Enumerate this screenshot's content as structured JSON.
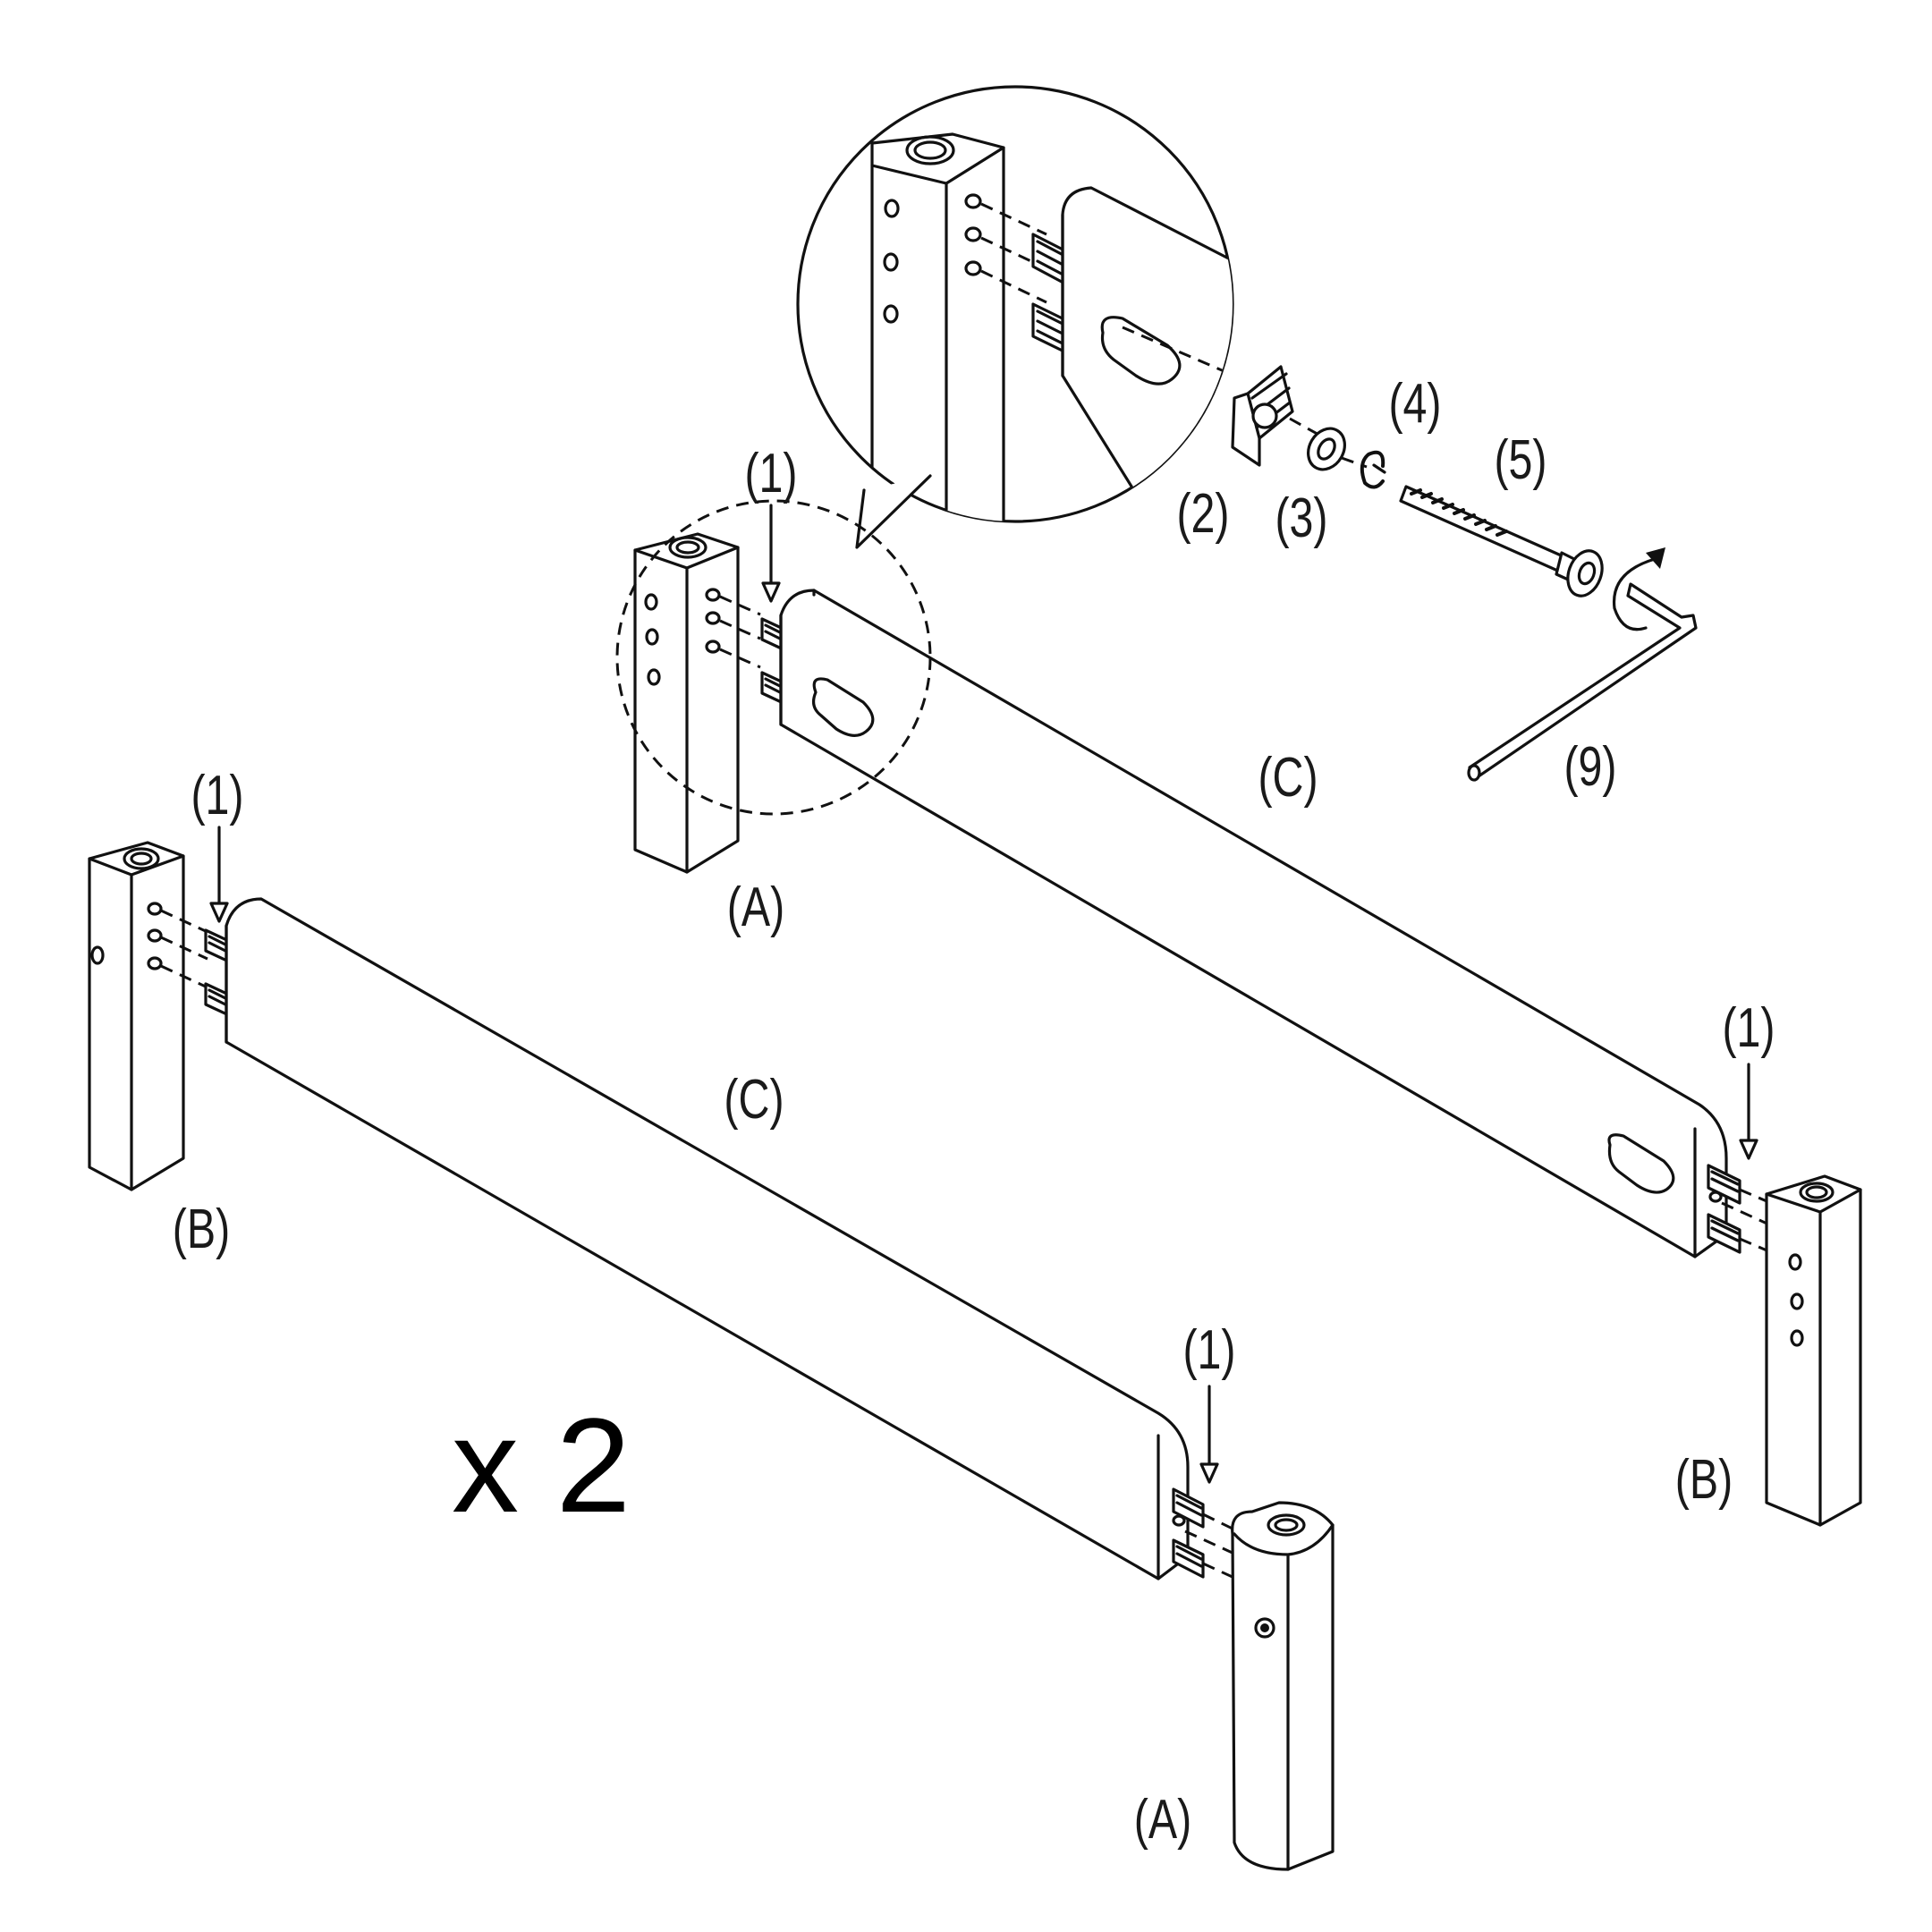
{
  "labels": {
    "dowel": "(1)",
    "cam_nut": "(2)",
    "washer": "(3)",
    "lock_washer": "(4)",
    "bolt": "(5)",
    "allen_key": "(9)",
    "leg_a": "(A)",
    "leg_b": "(B)",
    "rail_c": "(C)"
  },
  "quantity": "x 2",
  "colors": {
    "line": "#111111",
    "background": "#ffffff"
  },
  "icons": [
    "dowel-icon",
    "cam-nut-icon",
    "washer-icon",
    "lock-washer-icon",
    "bolt-icon",
    "allen-key-icon",
    "rotate-arrow-icon",
    "down-arrow-icon"
  ]
}
